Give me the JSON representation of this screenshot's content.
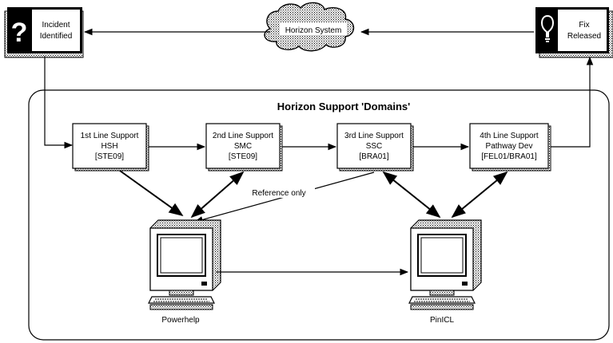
{
  "incident": {
    "line1": "Incident",
    "line2": "Identified",
    "icon": "question-mark-icon"
  },
  "fix": {
    "line1": "Fix",
    "line2": "Released",
    "icon": "lightbulb-icon"
  },
  "horizon_system": "Horizon System",
  "domain_title": "Horizon Support 'Domains'",
  "support": [
    {
      "name": "1st Line Support",
      "team": "HSH",
      "code": "[STE09]"
    },
    {
      "name": "2nd Line Support",
      "team": "SMC",
      "code": "[STE09]"
    },
    {
      "name": "3rd Line Support",
      "team": "SSC",
      "code": "[BRA01]"
    },
    {
      "name": "4th Line Support",
      "team": "Pathway Dev",
      "code": "[FEL01/BRA01]"
    }
  ],
  "reference_only": "Reference only",
  "systems": [
    {
      "label": "Powerhelp",
      "icon": "computer-icon"
    },
    {
      "label": "PinICL",
      "icon": "computer-icon"
    }
  ]
}
